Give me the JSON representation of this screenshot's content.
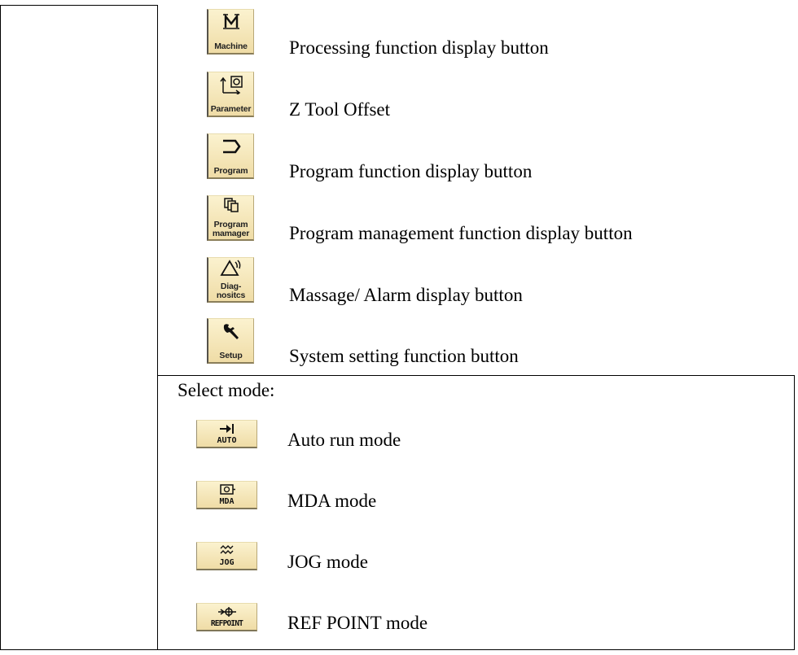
{
  "function_buttons": [
    {
      "icon": "machine-m-icon",
      "key_label_lines": [
        "Machine"
      ],
      "description": "Processing function display button"
    },
    {
      "icon": "parameter-offset-icon",
      "key_label_lines": [
        "Parameter"
      ],
      "description": "Z Tool Offset"
    },
    {
      "icon": "program-bracket-icon",
      "key_label_lines": [
        "Program"
      ],
      "description": "Program function display button"
    },
    {
      "icon": "program-manager-files-icon",
      "key_label_lines": [
        "Program",
        "mamager"
      ],
      "description": "Program management function display button"
    },
    {
      "icon": "diagnostics-warning-icon",
      "key_label_lines": [
        "Diag-",
        "nositcs"
      ],
      "description": "Massage/ Alarm display button"
    },
    {
      "icon": "wrench-icon",
      "key_label_lines": [
        "Setup"
      ],
      "description": "System setting function button"
    }
  ],
  "select_mode": {
    "title": "Select mode:",
    "modes": [
      {
        "icon": "auto-arrow-icon",
        "key_label": "AUTO",
        "description": "Auto run mode"
      },
      {
        "icon": "mda-panel-icon",
        "key_label": "MDA",
        "description": "MDA mode"
      },
      {
        "icon": "jog-wave-icon",
        "key_label": "JOG",
        "description": "JOG mode"
      },
      {
        "icon": "ref-point-icon",
        "key_label": "REFPOINT",
        "description": "REF POINT mode"
      }
    ]
  },
  "colors": {
    "button_face": "#f6e6b8",
    "text": "#000000",
    "border": "#000000"
  }
}
